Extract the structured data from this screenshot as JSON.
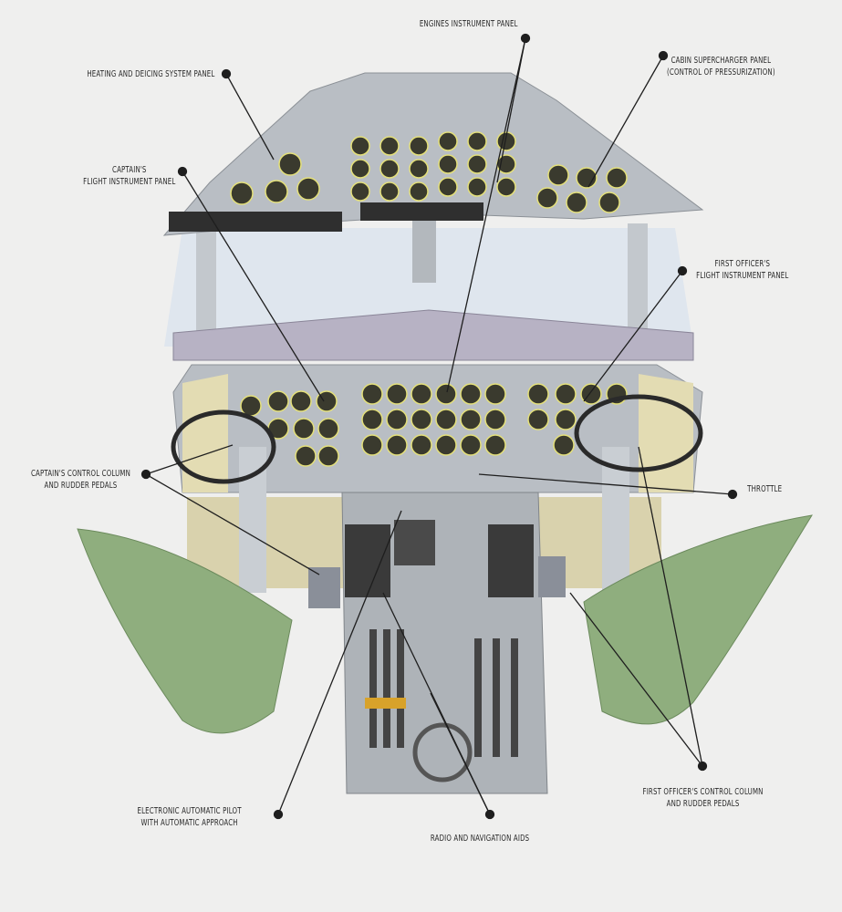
{
  "labels": {
    "engines": "ENGINES INSTRUMENT PANEL",
    "heating": "HEATING AND DEICING SYSTEM PANEL",
    "cabin_1": "CABIN SUPERCHARGER PANEL",
    "cabin_2": "(CONTROL OF PRESSURIZATION)",
    "captain_flight_1": "CAPTAIN'S",
    "captain_flight_2": "FLIGHT INSTRUMENT PANEL",
    "fo_flight_1": "FIRST OFFICER'S",
    "fo_flight_2": "FLIGHT INSTRUMENT PANEL",
    "captain_control_1": "CAPTAIN'S CONTROL COLUMN",
    "captain_control_2": "AND RUDDER PEDALS",
    "throttle": "THROTTLE",
    "autopilot_1": "ELECTRONIC AUTOMATIC PILOT",
    "autopilot_2": "WITH AUTOMATIC APPROACH",
    "radio": "RADIO AND NAVIGATION AIDS",
    "fo_control_1": "FIRST OFFICER'S CONTROL COLUMN",
    "fo_control_2": "AND RUDDER PEDALS"
  },
  "colors": {
    "background": "#efefee",
    "panel": "#b9bec4",
    "gauge_face": "#3a3a2e",
    "gauge_marks": "#e4e07a",
    "seat": "#8fae7e",
    "leader": "#1e1e1e"
  }
}
